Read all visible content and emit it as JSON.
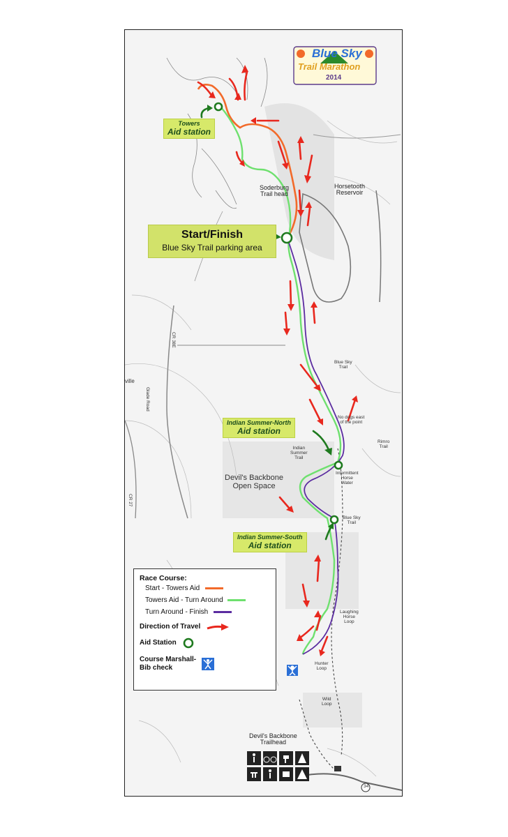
{
  "logo": {
    "line1": "Blue Sky",
    "line2": "Trail Marathon",
    "year": "2014"
  },
  "start_finish": {
    "title": "Start/Finish",
    "subtitle": "Blue Sky Trail parking area"
  },
  "aid_stations": {
    "towers": {
      "line1": "Towers",
      "line2": "Aid station"
    },
    "north": {
      "line1": "Indian Summer-North",
      "line2": "Aid station"
    },
    "south": {
      "line1": "Indian Summer-South",
      "line2": "Aid station"
    }
  },
  "place_labels": {
    "soderburg": "Soderburg\nTrail head",
    "horsetooth": "Horsetooth\nReservoir",
    "devils_backbone": "Devil's Backbone\nOpen Space",
    "blue_sky_trail_1": "Blue Sky\nTrail",
    "blue_sky_trail_2": "Blue Sky\nTrail",
    "indian_summer": "Indian\nSummer\nTrail",
    "intermittent": "Intermittent\nHorse\nWater",
    "no_dogs": "No dogs east\nof the point",
    "rimrock": "Rimro\nTrail",
    "laughing_horse": "Laughing\nHorse\nLoop",
    "hunter_loop": "Hunter\nLoop",
    "wild_loop": "Wild\nLoop",
    "trailhead": "Devil's Backbone\nTrailhead",
    "ville": "ville",
    "glade_road": "Glade Road",
    "cr38e": "CR 38E",
    "cr27": "CR 27",
    "route34": "34"
  },
  "legend": {
    "title": "Race Course:",
    "course": [
      {
        "label": "Start - Towers Aid",
        "color": "#f26a2a"
      },
      {
        "label": "Towers Aid - Turn Around",
        "color": "#6ee06e"
      },
      {
        "label": "Turn Around - Finish",
        "color": "#5b2ca0"
      }
    ],
    "direction_label": "Direction of Travel",
    "aid_label": "Aid Station",
    "marshall_label": "Course Marshall-\nBib check"
  },
  "colors": {
    "arrow_red": "#e8281e",
    "aid_green": "#1f7a1f",
    "box_green": "#d2e26a",
    "marshall_blue": "#2a6fd6"
  }
}
